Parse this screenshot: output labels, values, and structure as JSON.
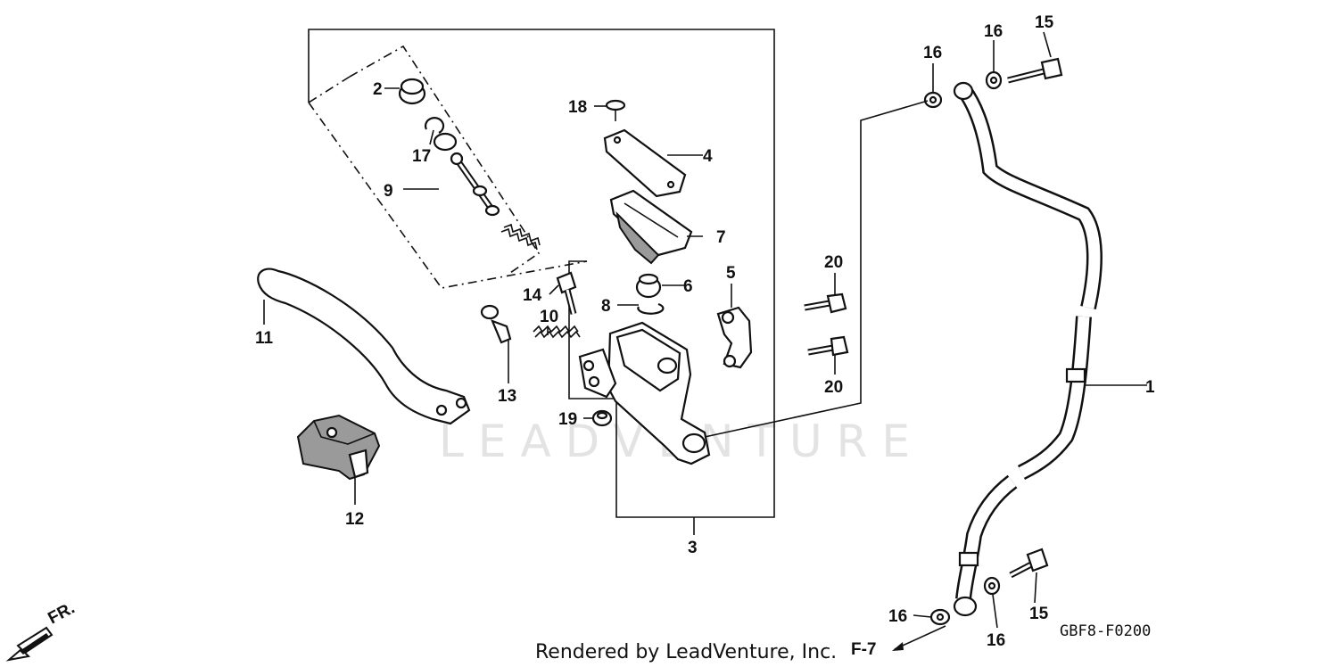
{
  "diagram": {
    "figure_code": "GBF8-F0200",
    "footer": "Rendered by LeadVenture, Inc.",
    "watermark": "LEADVENTURE",
    "direction_label": "FR.",
    "reference_label": "F-7",
    "callouts": {
      "c1": "1",
      "c2": "2",
      "c3": "3",
      "c4": "4",
      "c5": "5",
      "c6": "6",
      "c7": "7",
      "c8": "8",
      "c9": "9",
      "c10": "10",
      "c11": "11",
      "c12": "12",
      "c13": "13",
      "c14": "14",
      "c15a": "15",
      "c15b": "15",
      "c16a": "16",
      "c16b": "16",
      "c16c": "16",
      "c16d": "16",
      "c17": "17",
      "c18": "18",
      "c19": "19",
      "c20a": "20",
      "c20b": "20"
    }
  }
}
